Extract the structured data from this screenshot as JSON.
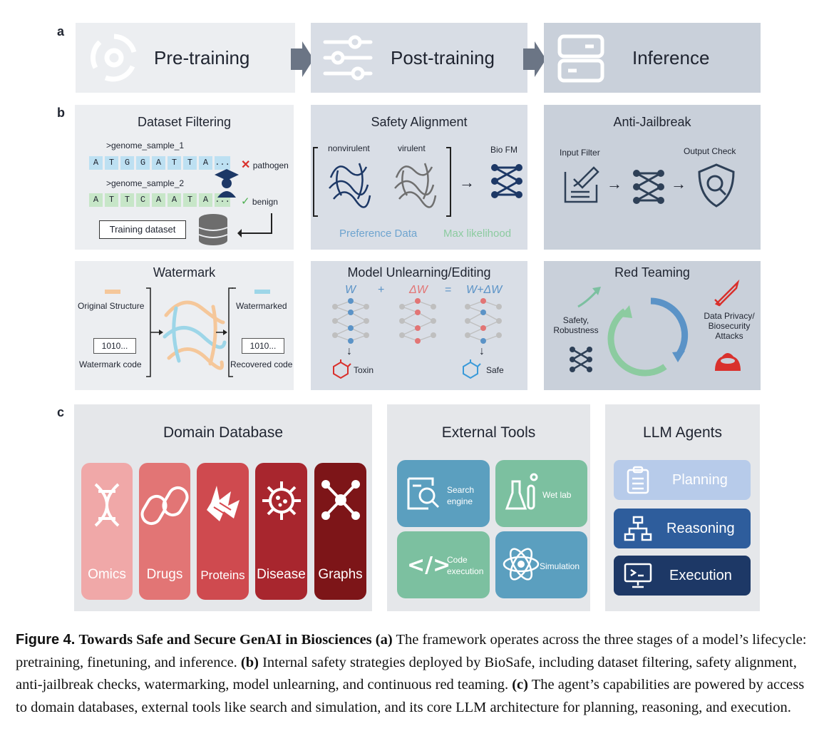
{
  "labels": {
    "a": "a",
    "b": "b",
    "c": "c"
  },
  "stages": [
    {
      "label": "Pre-training",
      "icon": "cycle-icon"
    },
    {
      "label": "Post-training",
      "icon": "sliders-icon"
    },
    {
      "label": "Inference",
      "icon": "server-icon"
    }
  ],
  "dataset_filtering": {
    "title": "Dataset Filtering",
    "sample1_name": ">genome_sample_1",
    "sample1_seq": [
      "A",
      "T",
      "G",
      "G",
      "A",
      "T",
      "T",
      "A",
      "..."
    ],
    "sample1_tag": "pathogen",
    "sample2_name": ">genome_sample_2",
    "sample2_seq": [
      "A",
      "T",
      "T",
      "C",
      "A",
      "A",
      "T",
      "A",
      "..."
    ],
    "sample2_tag": "benign",
    "training_dataset": "Training dataset"
  },
  "safety_alignment": {
    "title": "Safety Alignment",
    "nonvirulent": "nonvirulent",
    "virulent": "virulent",
    "bio_fm": "Bio FM",
    "preference_data": "Preference Data",
    "max_likelihood": "Max likelihood"
  },
  "anti_jailbreak": {
    "title": "Anti-Jailbreak",
    "input_filter": "Input Filter",
    "output_check": "Output Check"
  },
  "watermark": {
    "title": "Watermark",
    "original_structure": "Original Structure",
    "watermarked": "Watermarked",
    "code_in": "1010...",
    "code_out": "1010...",
    "watermark_code": "Watermark code",
    "recovered_code": "Recovered code"
  },
  "unlearning": {
    "title": "Model Unlearning/Editing",
    "w": "W",
    "plus": "+",
    "dw": "ΔW",
    "eq": "=",
    "wdw": "W+ΔW",
    "toxin": "Toxin",
    "safe": "Safe"
  },
  "red_teaming": {
    "title": "Red Teaming",
    "safety": "Safety,",
    "robustness": "Robustness",
    "attacks_1": "Data Privacy/",
    "attacks_2": "Biosecurity",
    "attacks_3": "Attacks"
  },
  "domain_database": {
    "title": "Domain Database",
    "items": [
      {
        "label": "Omics",
        "icon": "dna-icon",
        "color": "#f0a8a8"
      },
      {
        "label": "Drugs",
        "icon": "pills-icon",
        "color": "#e27575"
      },
      {
        "label": "Proteins",
        "icon": "protein-icon",
        "color": "#cf4a4f"
      },
      {
        "label": "Disease",
        "icon": "virus-icon",
        "color": "#a8262e"
      },
      {
        "label": "Graphs",
        "icon": "graph-icon",
        "color": "#7d1518"
      }
    ]
  },
  "external_tools": {
    "title": "External Tools",
    "items": [
      {
        "label1": "Search",
        "label2": "engine",
        "icon": "search-engine-icon",
        "color": "#5b9fbf"
      },
      {
        "label1": "Wet lab",
        "label2": "",
        "icon": "flask-icon",
        "color": "#7cc0a0"
      },
      {
        "label1": "Code",
        "label2": "execution",
        "icon": "code-icon",
        "color": "#7cc0a0"
      },
      {
        "label1": "Simulation",
        "label2": "",
        "icon": "atom-icon",
        "color": "#5b9fbf"
      }
    ]
  },
  "llm_agents": {
    "title": "LLM Agents",
    "items": [
      {
        "label": "Planning",
        "icon": "clipboard-icon",
        "color": "#b7cbea"
      },
      {
        "label": "Reasoning",
        "icon": "hierarchy-icon",
        "color": "#2e5d9c"
      },
      {
        "label": "Execution",
        "icon": "monitor-icon",
        "color": "#1d3866"
      }
    ]
  },
  "caption": {
    "fig": "Figure 4.",
    "title": "Towards Safe and Secure GenAI in Biosciences",
    "a_tag": "(a)",
    "a_text": "The framework operates across the three stages of a model’s lifecycle: pretraining, finetuning, and inference.",
    "b_tag": "(b)",
    "b_text": "Internal safety strategies deployed by BioSafe, including dataset filtering, safety alignment, anti-jailbreak checks, watermarking, model unlearning, and continuous red teaming.",
    "c_tag": "(c)",
    "c_text": "The agent’s capabilities are powered by access to domain databases, external tools like search and simulation, and its core LLM architecture for planning, reasoning, and execution."
  }
}
